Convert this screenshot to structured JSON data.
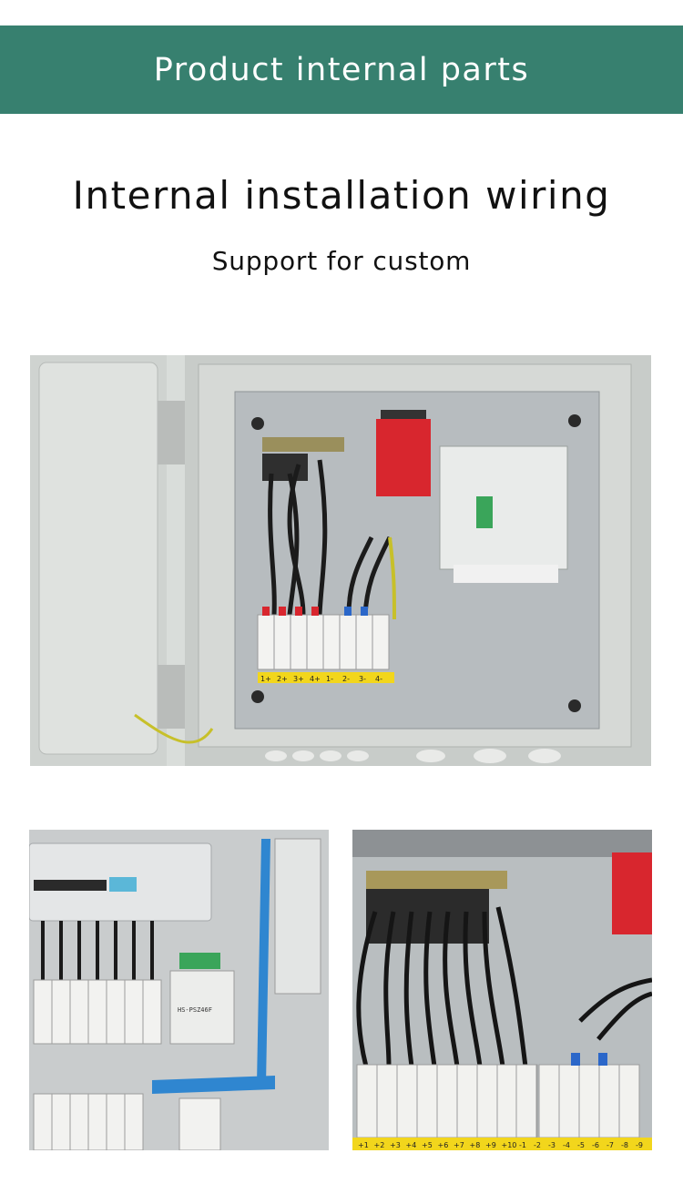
{
  "banner": {
    "title": "Product internal parts"
  },
  "heading": {
    "title": "Internal installation wiring",
    "subtitle": "Support for custom"
  },
  "photos": {
    "main": "enclosure-wiring-photo",
    "left": "monitoring-module-photo",
    "right": "terminal-wiring-photo"
  },
  "labels": {
    "main_pos": [
      "1+",
      "2+",
      "3+",
      "4+"
    ],
    "main_neg": [
      "1-",
      "2-",
      "3-",
      "4-"
    ],
    "right_pos": [
      "+1",
      "+2",
      "+3",
      "+4",
      "+5",
      "+6",
      "+7",
      "+8",
      "+9",
      "+10"
    ],
    "right_neg": [
      "-1",
      "-2",
      "-3",
      "-4",
      "-5",
      "-6",
      "-7",
      "-8",
      "-9"
    ],
    "module_model": "HS-PSZ46F"
  },
  "colors": {
    "banner": "#37806f",
    "breaker_red": "#d8262e",
    "label_yellow": "#f2d61c"
  }
}
